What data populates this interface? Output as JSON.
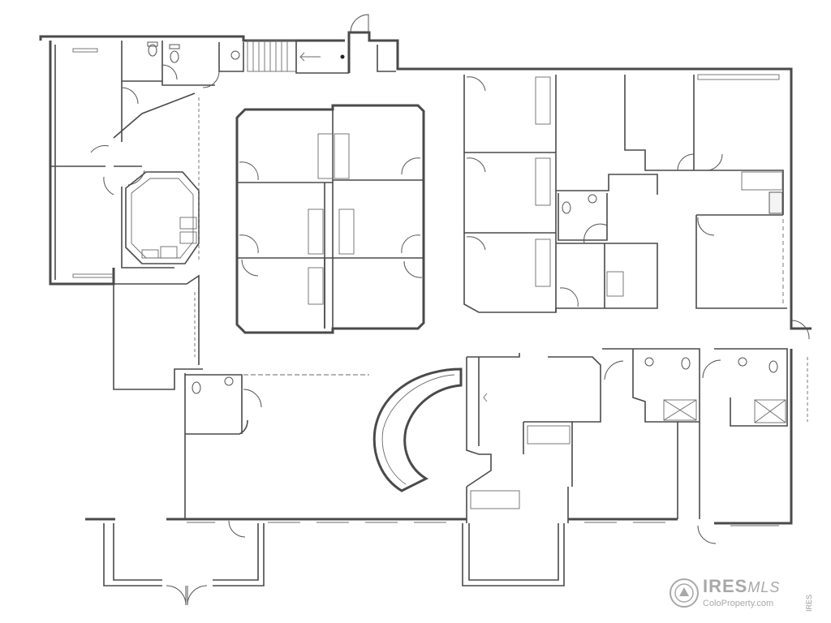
{
  "watermark": {
    "brand": "IRES",
    "brand_suffix": "MLS",
    "site": "ColoProperty.com",
    "side_text": "IRES"
  },
  "colors": {
    "line": "#4a4a4a",
    "watermark": "#9a9a9a"
  }
}
